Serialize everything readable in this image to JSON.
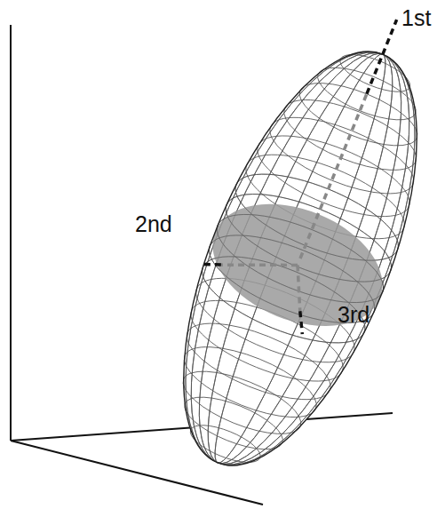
{
  "diagram": {
    "labels": [
      "1st",
      "2nd",
      "3rd"
    ]
  }
}
